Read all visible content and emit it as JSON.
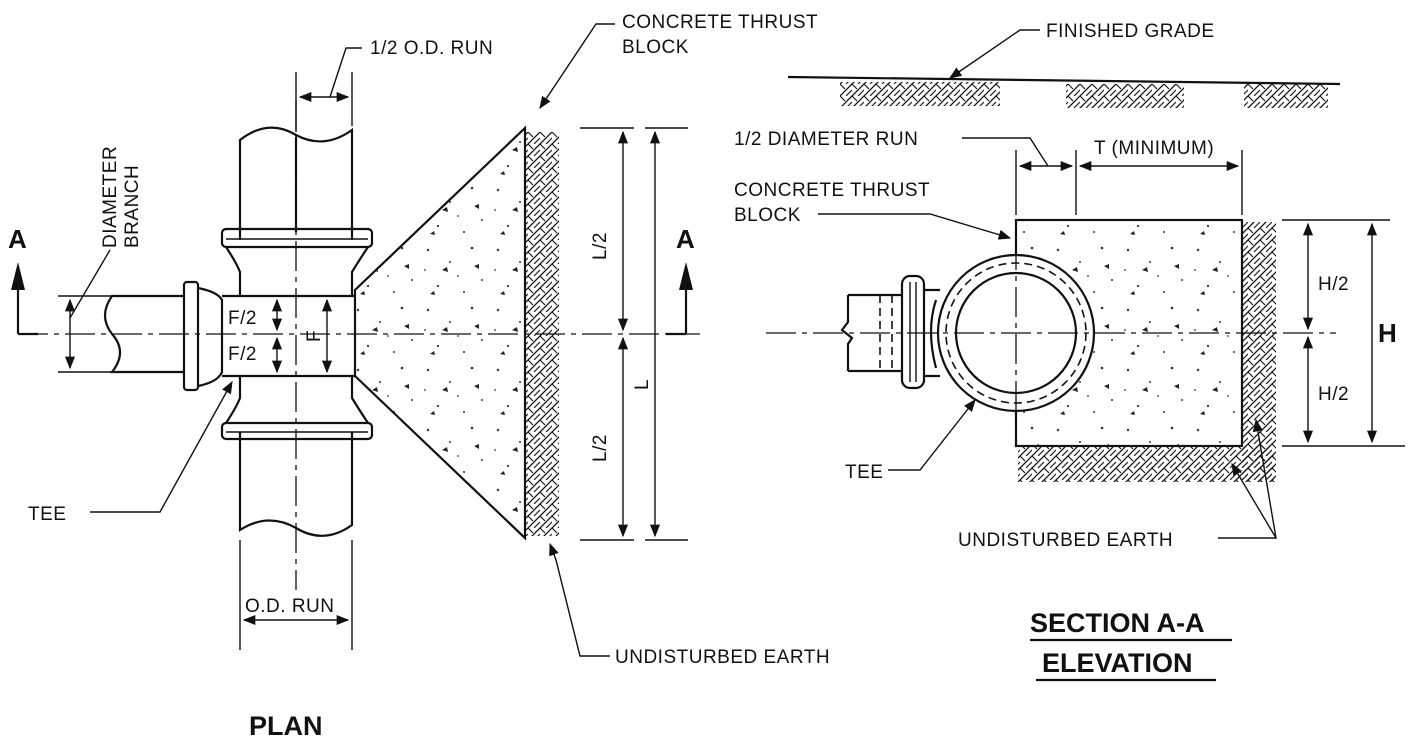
{
  "plan": {
    "title": "PLAN",
    "labels": {
      "half_od_run": "1/2 O.D. RUN",
      "thrust_block_1": "CONCRETE THRUST",
      "thrust_block_2": "BLOCK",
      "diameter": "DIAMETER",
      "branch": "BRANCH",
      "section_a_left": "A",
      "section_a_right": "A",
      "f_half_top": "F/2",
      "f_half_bottom": "F/2",
      "f": "F",
      "l_half_top": "L/2",
      "l_half_bottom": "L/2",
      "l": "L",
      "tee": "TEE",
      "od_run": "O.D. RUN",
      "undisturbed_earth": "UNDISTURBED EARTH"
    }
  },
  "section": {
    "title_1": "SECTION A-A",
    "title_2": "ELEVATION",
    "labels": {
      "finished_grade": "FINISHED GRADE",
      "half_diameter_run": "1/2 DIAMETER RUN",
      "t_minimum": "T (MINIMUM)",
      "thrust_block_1": "CONCRETE THRUST",
      "thrust_block_2": "BLOCK",
      "h_half_top": "H/2",
      "h_half_bottom": "H/2",
      "h": "H",
      "tee": "TEE",
      "undisturbed_earth": "UNDISTURBED EARTH"
    }
  }
}
